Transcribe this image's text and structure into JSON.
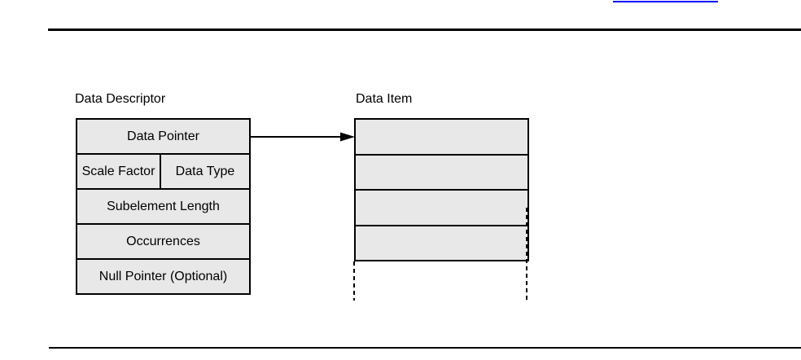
{
  "page": {
    "colors": {
      "link": "#0000ff",
      "cell_fill": "#e8e8e8",
      "line": "#000000"
    }
  },
  "diagram": {
    "descriptor": {
      "title": "Data Descriptor",
      "rows": [
        {
          "cells": [
            {
              "label": "Data Pointer"
            }
          ]
        },
        {
          "cells": [
            {
              "label": "Scale Factor"
            },
            {
              "label": "Data Type"
            }
          ]
        },
        {
          "cells": [
            {
              "label": "Subelement Length"
            }
          ]
        },
        {
          "cells": [
            {
              "label": "Occurrences"
            }
          ]
        },
        {
          "cells": [
            {
              "label": "Null Pointer (Optional)"
            }
          ]
        }
      ]
    },
    "data_item": {
      "title": "Data Item",
      "rows": [
        {
          "label": ""
        },
        {
          "label": ""
        },
        {
          "label": ""
        },
        {
          "label": ""
        }
      ]
    }
  }
}
